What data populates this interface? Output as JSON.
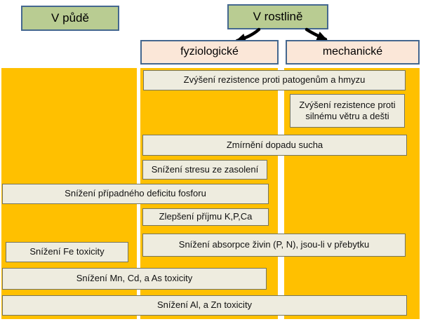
{
  "headers": {
    "soil": "V půdě",
    "plant": "V rostlině",
    "physiological": "fyziologické",
    "mechanical": "mechanické"
  },
  "effects": {
    "pathogens": "Zvýšení rezistence proti patogenům a hmyzu",
    "wind": "Zvýšení rezistence proti silnému větru a dešti",
    "drought": "Zmírnění dopadu sucha",
    "salinity": "Snížení stresu ze zasolení",
    "phosphorus": "Snížení případného deficitu fosforu",
    "uptake": "Zlepšení příjmu K,P,Ca",
    "absorption": "Snížení absorpce živin (P, N), jsou-li v přebytku",
    "fe_toxicity": "Snížení Fe toxicity",
    "mn_cd_as_toxicity": "Snížení Mn, Cd, a As toxicity",
    "al_zn_toxicity": "Snížení Al, a Zn toxicity"
  },
  "colors": {
    "orange": "#ffc000",
    "green-fill": "#b9cc92",
    "peach-fill": "#fbe7d8",
    "cream-fill": "#eeecdf",
    "blue-border": "#44678f",
    "cream-border": "#75755f",
    "arrow": "#000000"
  }
}
